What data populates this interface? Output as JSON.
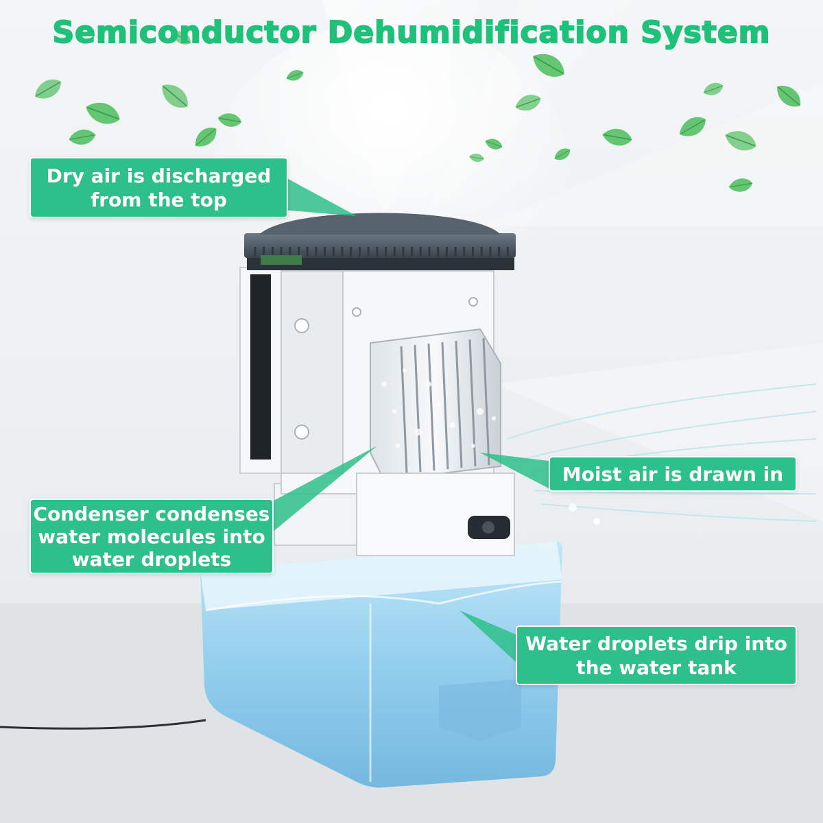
{
  "title": "Semiconductor Dehumidification System",
  "colors": {
    "title_green": "#1fc07a",
    "callout_fill": "#2ec08a",
    "callout_border": "#ffffff",
    "leaf_green": "#5cc26b",
    "water_blue": "#9fd6f2"
  },
  "callouts": {
    "dry_air": {
      "line1": "Dry air is discharged",
      "line2": "from the top"
    },
    "moist_air": {
      "line1": "Moist air is drawn in"
    },
    "condenser": {
      "line1": "Condenser condenses",
      "line2": "water molecules into",
      "line3": "water droplets"
    },
    "water_tank": {
      "line1": "Water droplets drip into",
      "line2": "the water tank"
    }
  },
  "icons": [
    "leaf-icon"
  ]
}
